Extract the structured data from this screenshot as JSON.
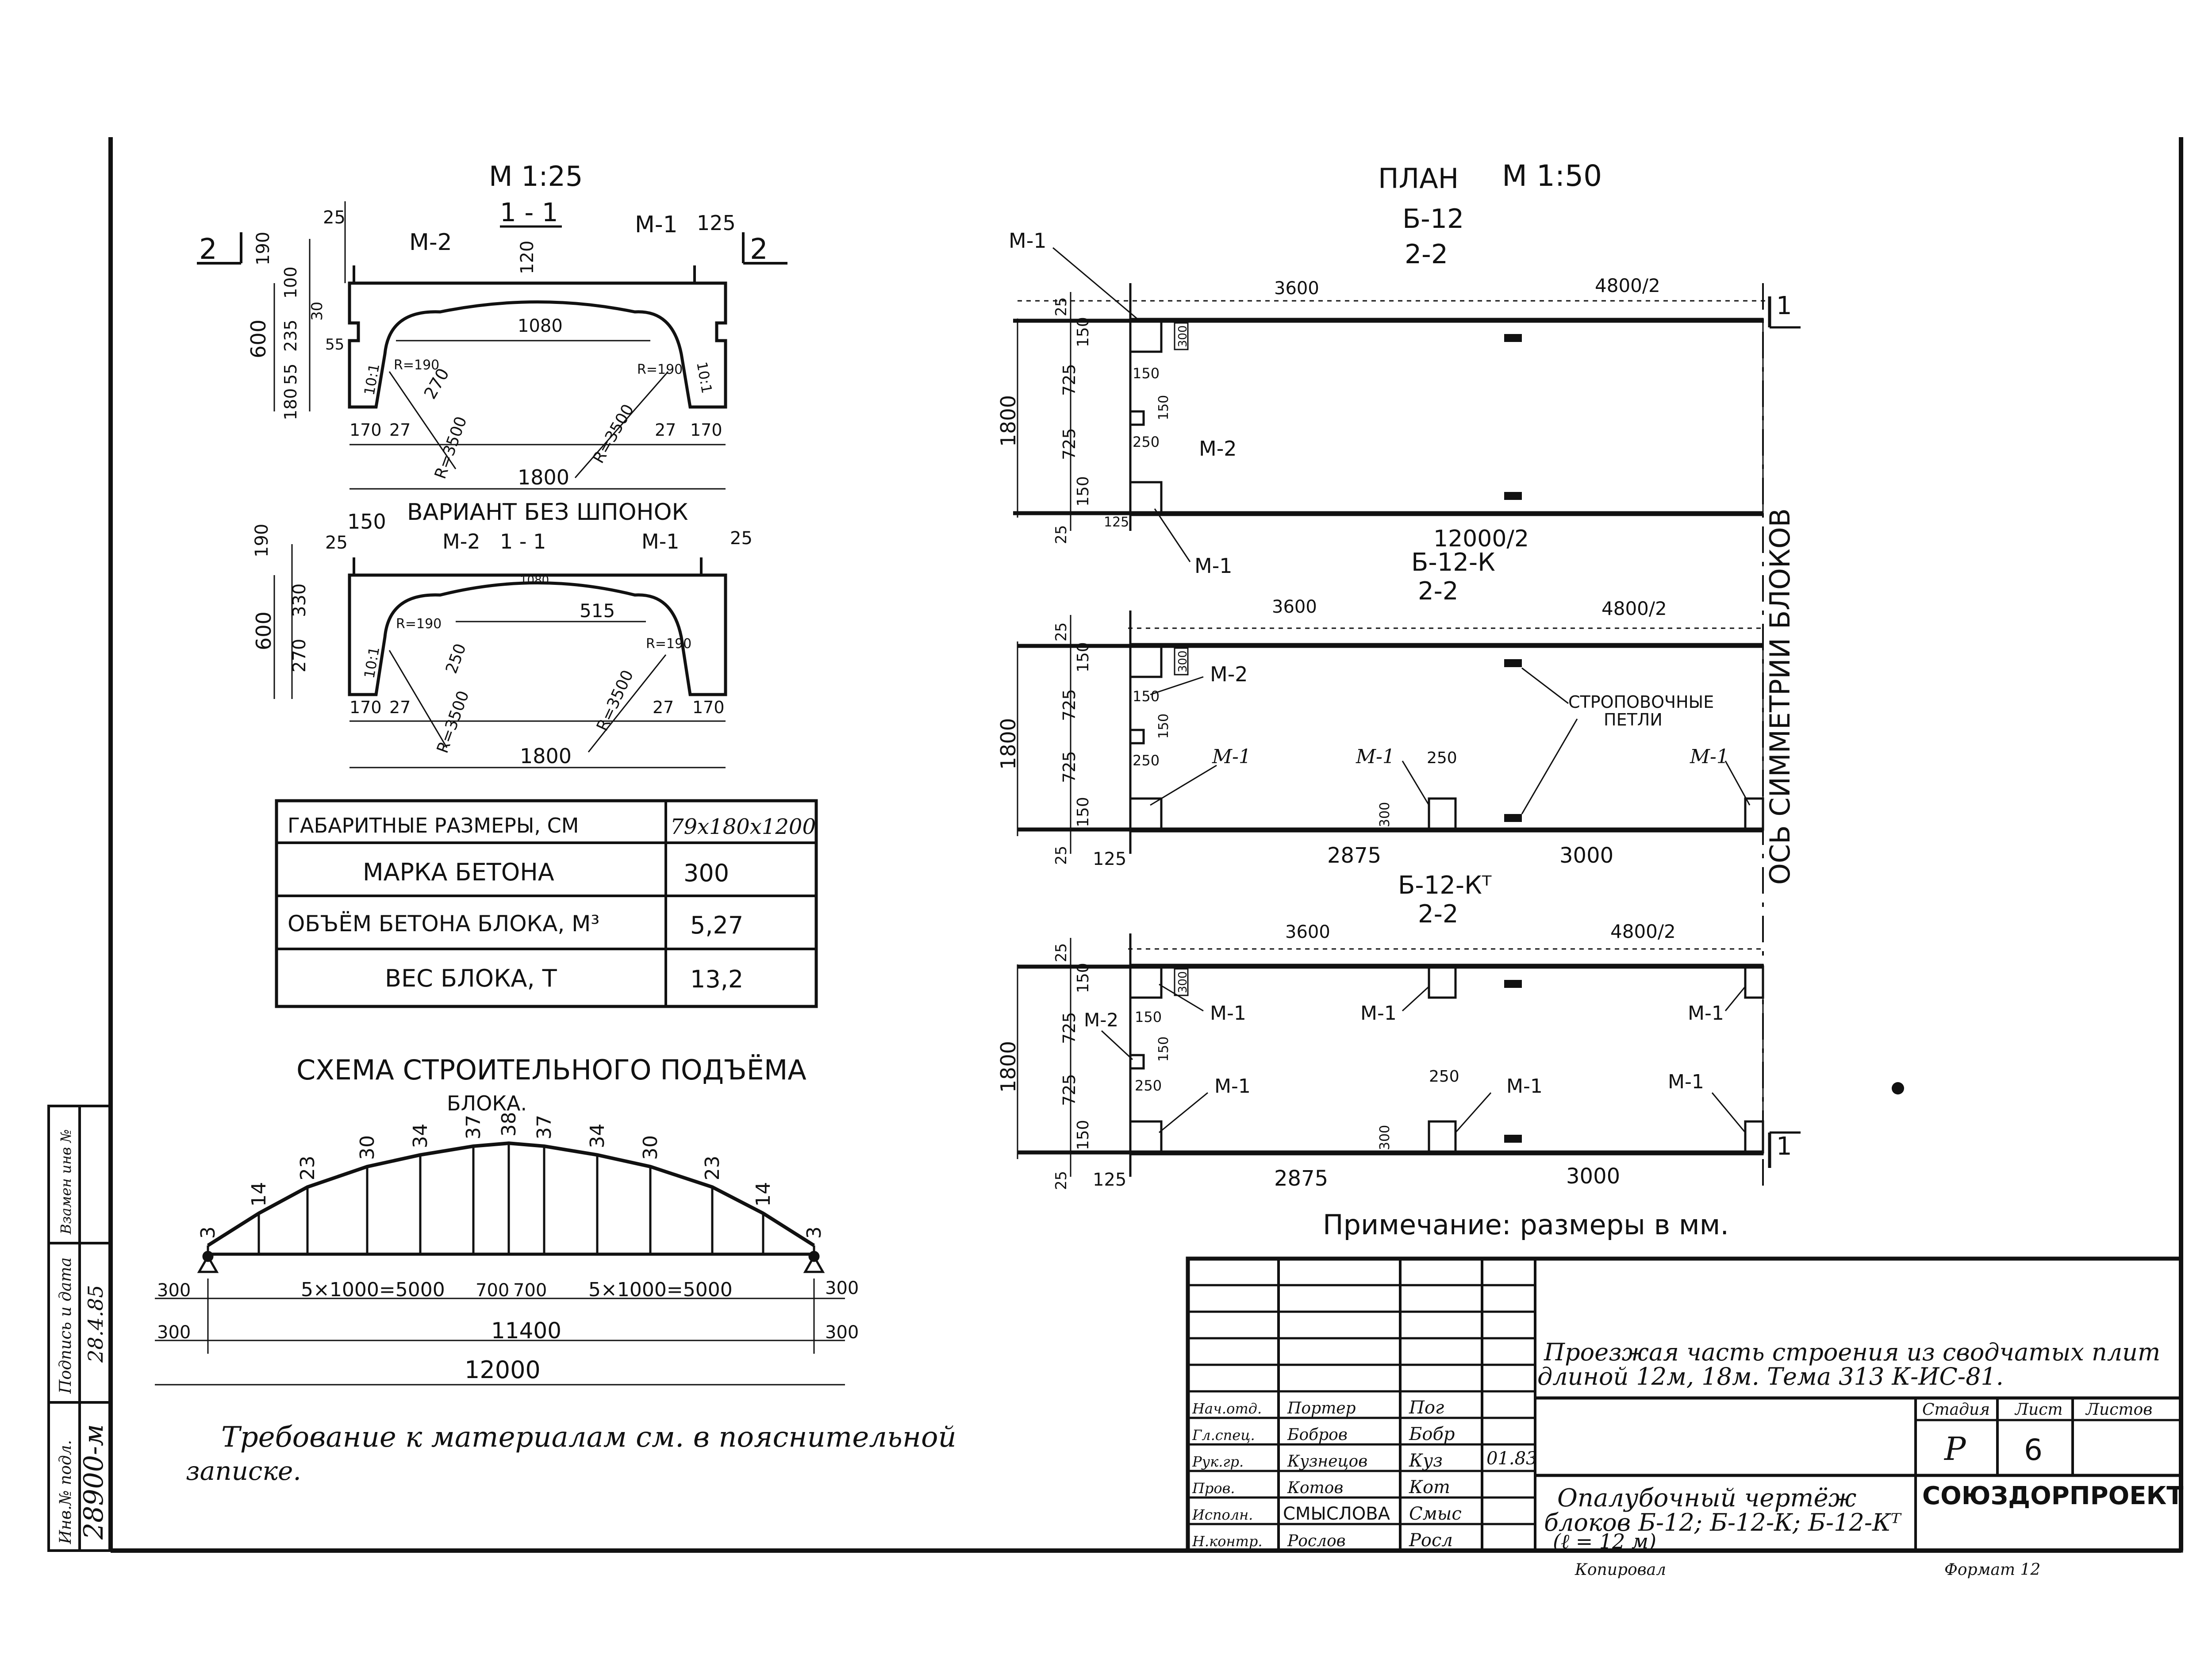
{
  "section": {
    "scale": "M 1:25",
    "cut": "1 - 1",
    "dims": {
      "d25a": "25",
      "d190": "190",
      "d100": "100",
      "d235": "235",
      "d30": "30",
      "d55": "55",
      "d55b": "55",
      "d600": "600",
      "d180": "180",
      "d120": "120",
      "d1080": "1080",
      "d125": "125",
      "r190a": "R=190",
      "r190b": "R=190",
      "d270": "270",
      "s101a": "10:1",
      "s101b": "10:1",
      "d170a": "170",
      "d27a": "27",
      "r3500a": "R=3500",
      "r3500b": "R=3500",
      "d27b": "27",
      "d170b": "170",
      "d1800": "1800"
    },
    "labels": {
      "m2": "M-2",
      "m1": "M-1",
      "mark_left": "2",
      "mark_right": "2"
    }
  },
  "variant": {
    "title": "ВАРИАНТ БЕЗ ШПОНОК",
    "cut": "1 - 1",
    "dims": {
      "d150": "150",
      "d190": "190",
      "d25a": "25",
      "d25b": "25",
      "d330": "330",
      "d600": "600",
      "d270": "270",
      "d1080": "1080",
      "d515": "515",
      "r190a": "R=190",
      "r190b": "R=190",
      "d250": "250",
      "s101": "10:1",
      "r3500a": "R=3500",
      "r3500b": "R=3500",
      "d170a": "170",
      "d27a": "27",
      "d27b": "27",
      "d170b": "170",
      "d1800": "1800"
    },
    "labels": {
      "m2": "M-2",
      "m1": "M-1"
    }
  },
  "specs": {
    "rows": [
      {
        "label": "ГАБАРИТНЫЕ РАЗМЕРЫ, СМ",
        "value": "79х180х1200"
      },
      {
        "label": "МАРКА БЕТОНА",
        "value": "300"
      },
      {
        "label": "ОБЪЁМ БЕТОНА БЛОКА, М³",
        "value": "5,27"
      },
      {
        "label": "ВЕС БЛОКА, Т",
        "value": "13,2"
      }
    ]
  },
  "lifting": {
    "title": "СХЕМА СТРОИТЕЛЬНОГО ПОДЪЁМА",
    "subtitle": "БЛОКА.",
    "ordinates": [
      "3",
      "14",
      "23",
      "30",
      "34",
      "37",
      "38",
      "37",
      "34",
      "30",
      "23",
      "14",
      "3"
    ],
    "dims": {
      "d300a": "300",
      "spans_left": "5×1000=5000",
      "d700a": "700",
      "d700b": "700",
      "spans_right": "5×1000=5000",
      "d300b": "300",
      "d300c": "300",
      "d11400": "11400",
      "d300d": "300",
      "d12000": "12000"
    }
  },
  "plan": {
    "title": "ПЛАН",
    "scale": "M 1:50",
    "axis_label": "ОСЬ СИММЕТРИИ БЛОКОВ",
    "loops_label_1": "СТРОПОВОЧНЫЕ",
    "loops_label_2": "ПЕТЛИ",
    "views": [
      {
        "mark": "Б-12",
        "cut": "2-2",
        "top_left": "3600",
        "top_right": "4800/2",
        "height": "1800",
        "bottom": "12000/2",
        "left_dims": [
          "25",
          "150",
          "725",
          "725",
          "150",
          "25"
        ],
        "small": {
          "a": "150",
          "b": "150",
          "c": "250",
          "d": "125",
          "e": "300"
        },
        "m_labels": [
          "M-1",
          "M-2",
          "M-1"
        ],
        "section_mark": "1"
      },
      {
        "mark": "Б-12-К",
        "cut": "2-2",
        "top_left": "3600",
        "top_right": "4800/2",
        "height": "1800",
        "bottom_left": "125",
        "bottom_mid": "2875",
        "bottom_right": "3000",
        "left_dims": [
          "25",
          "150",
          "725",
          "725",
          "150",
          "25"
        ],
        "small": {
          "a": "150",
          "b": "150",
          "c": "250",
          "d": "300",
          "e": "250",
          "f": "300"
        },
        "m_labels": [
          "M-2",
          "M-1",
          "M-1",
          "M-1"
        ]
      },
      {
        "mark": "Б-12-Кᵀ",
        "cut": "2-2",
        "top_left": "3600",
        "top_right": "4800/2",
        "height": "1800",
        "bottom_left": "125",
        "bottom_mid": "2875",
        "bottom_right": "3000",
        "left_dims": [
          "25",
          "150",
          "725",
          "725",
          "150",
          "25"
        ],
        "small": {
          "a": "300",
          "b": "150",
          "c": "150",
          "d": "250",
          "e": "250",
          "f": "300"
        },
        "m_labels": [
          "M-1",
          "M-1",
          "M-1",
          "M-2",
          "M-1",
          "M-1",
          "M-1"
        ],
        "section_mark": "1"
      }
    ]
  },
  "note": "Примечание: размеры в мм.",
  "requirement_line1": "Требование  к материалам  см. в пояснительной",
  "requirement_line2": "записке.",
  "side_stamp": {
    "labels": [
      "Инв.№ подл.",
      "Подпись и дата",
      "Взамен инв №"
    ],
    "values": [
      "28900-м",
      "28.4.85",
      ""
    ]
  },
  "title_block": {
    "project_line1": "Проезжая часть строения из сводчатых плит",
    "project_line2": "длиной 12м, 18м. Тема 313 К-ИС-81.",
    "stage_label": "Стадия",
    "sheet_label": "Лист",
    "sheets_label": "Листов",
    "stage": "Р",
    "sheet": "6",
    "sheets": "",
    "drawing_line1": "Опалубочный чертёж",
    "drawing_line2": "блоков Б-12; Б-12-К; Б-12-Кᵀ",
    "drawing_line3": "(ℓ = 12 м)",
    "org": "СОЮЗДОРПРОЕКТ",
    "date": "01.83",
    "people": [
      {
        "role": "Нач.отд.",
        "name": "Портер",
        "sign": "Пог"
      },
      {
        "role": "Гл.спец.",
        "name": "Бобров",
        "sign": "Бобр"
      },
      {
        "role": "Рук.гр.",
        "name": "Кузнецов",
        "sign": "Куз"
      },
      {
        "role": "Пров.",
        "name": "Котов",
        "sign": "Кот"
      },
      {
        "role": "Исполн.",
        "name": "СМЫСЛОВА",
        "sign": "Смыс"
      },
      {
        "role": "Н.контр.",
        "name": "Рослов",
        "sign": "Росл"
      }
    ],
    "copied": "Копировал",
    "format": "Формат 12"
  }
}
